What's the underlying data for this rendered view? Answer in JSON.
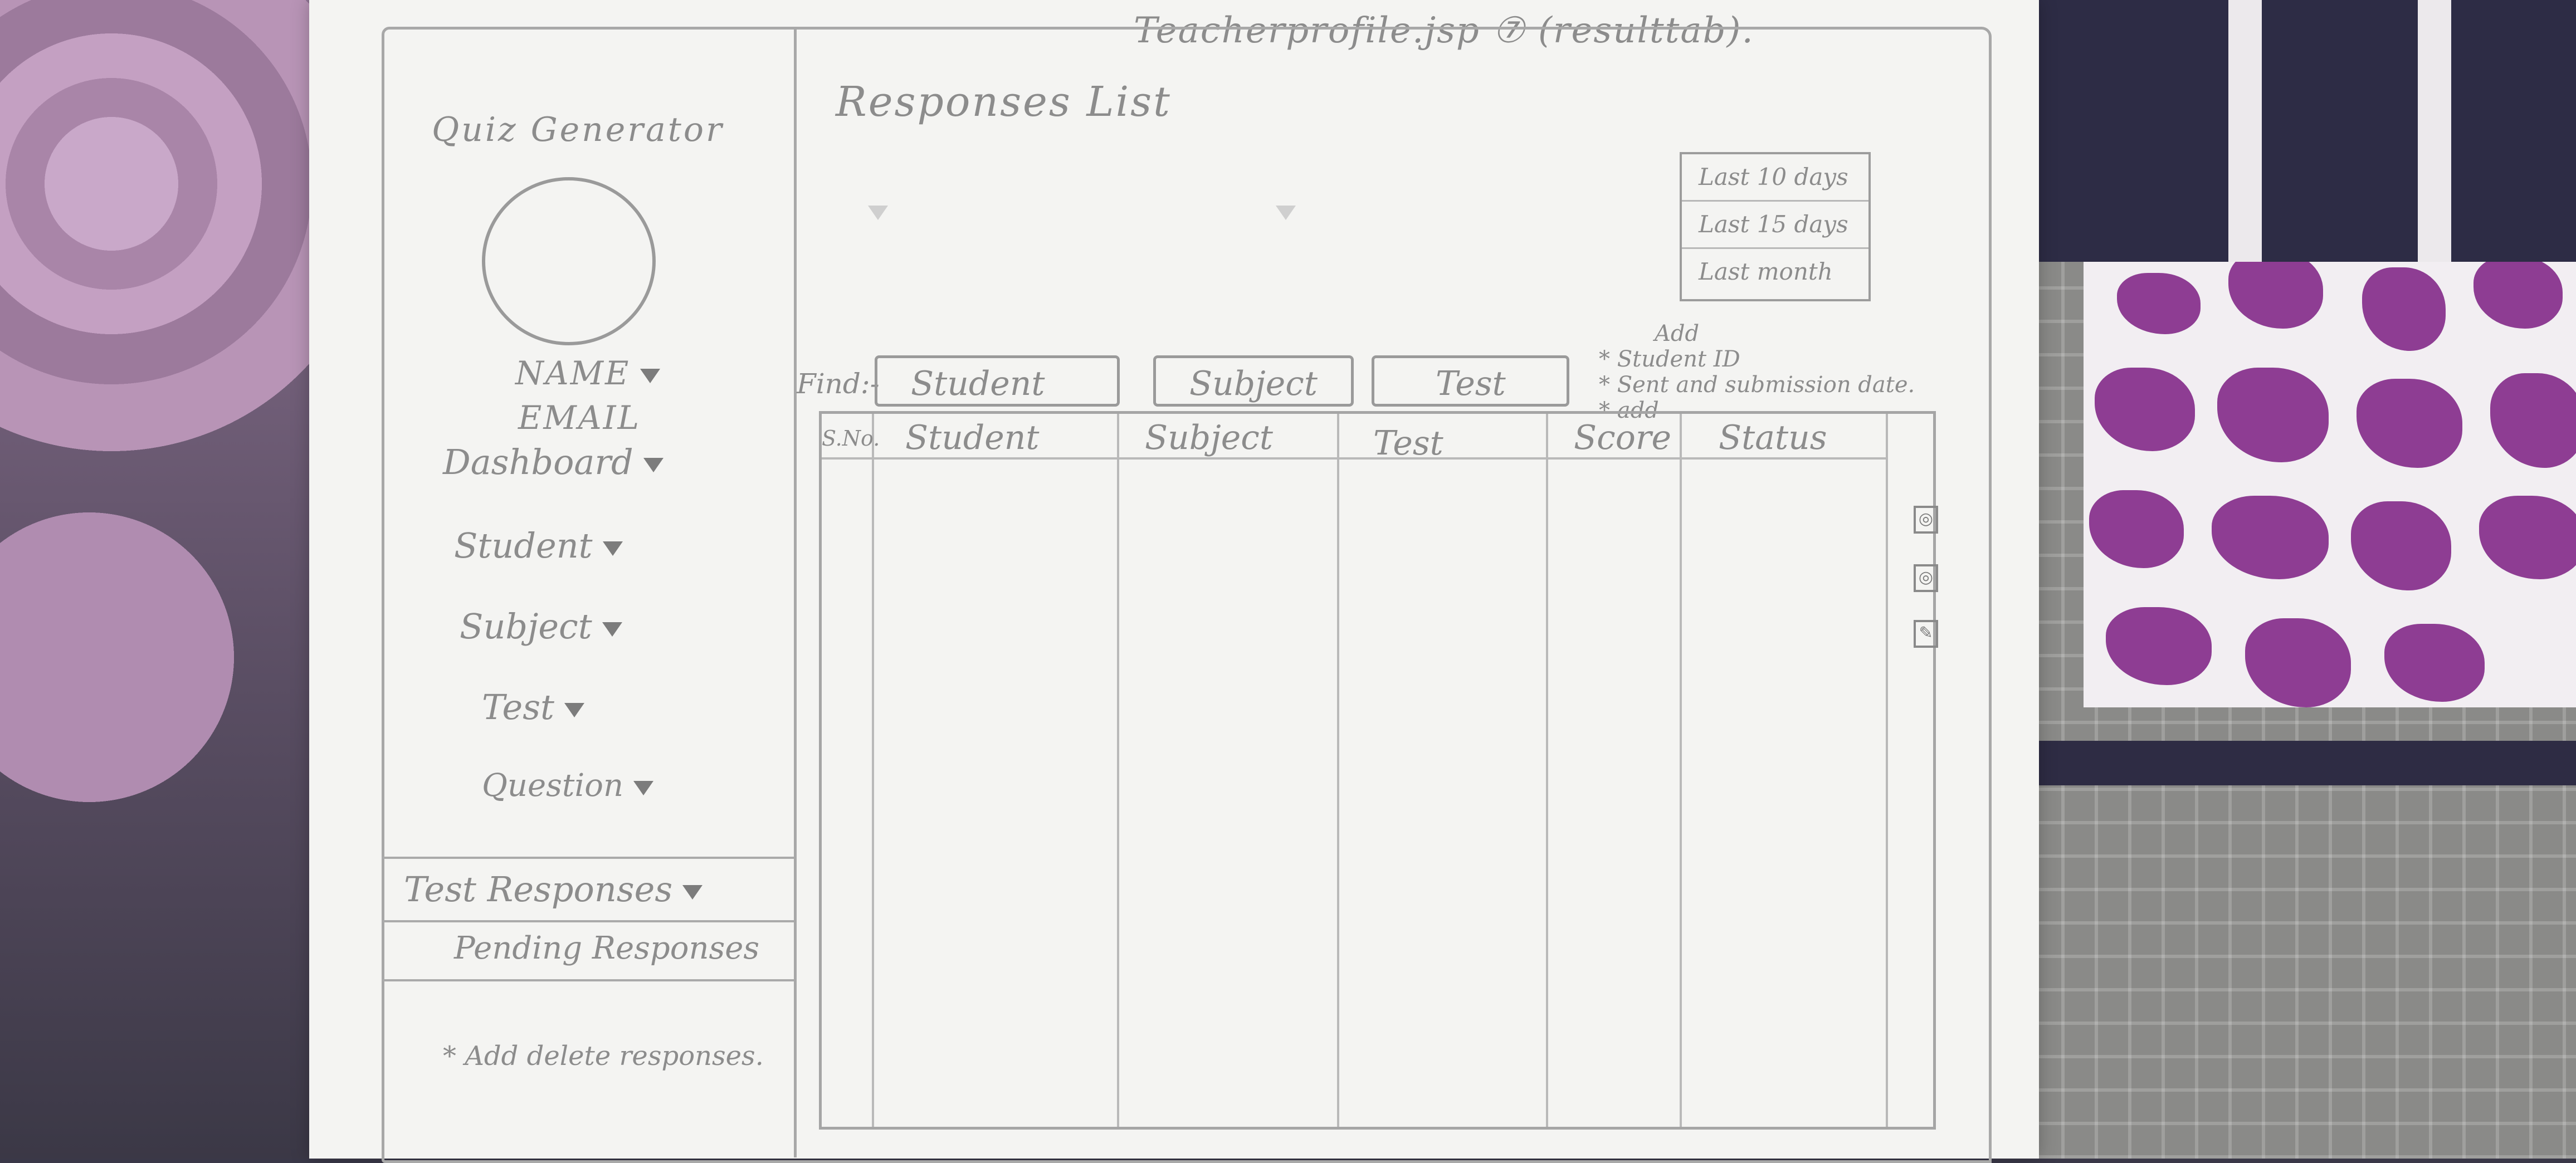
{
  "page_title": "Teacherprofile.jsp ⑦ (resulttab).",
  "sidebar": {
    "app_name": "Quiz Generator",
    "user_name": "NAME",
    "user_email": "EMAIL",
    "items": [
      {
        "label": "Dashboard"
      },
      {
        "label": "Student"
      },
      {
        "label": "Subject"
      },
      {
        "label": "Test"
      },
      {
        "label": "Question"
      },
      {
        "label": "Test Responses"
      },
      {
        "label": "Pending Responses"
      }
    ],
    "note": "* Add delete responses."
  },
  "main": {
    "title": "Responses List",
    "range_options": [
      "Last 10 days",
      "Last 15 days",
      "Last month"
    ],
    "notes": [
      "Add",
      "* Student ID",
      "* Sent and submission date.",
      "* add"
    ],
    "find_label": "Find:-",
    "find_buttons": [
      "Student",
      "Subject",
      "Test"
    ],
    "table": {
      "columns": [
        "S.No.",
        "Student",
        "Subject",
        "Test",
        "Score",
        "Status"
      ],
      "action_icons": [
        "view-icon",
        "view-icon",
        "edit-icon"
      ]
    }
  }
}
